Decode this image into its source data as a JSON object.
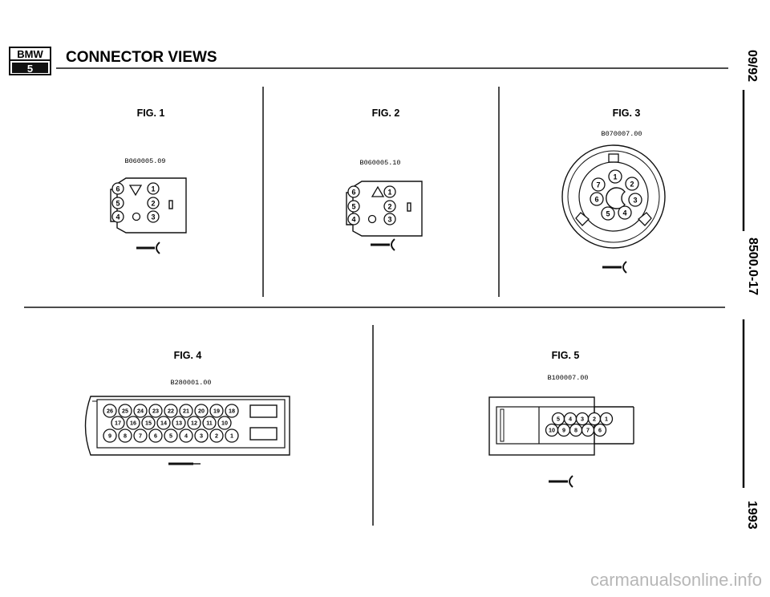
{
  "header": {
    "logo_top": "BMW",
    "logo_bottom": "5",
    "title": "CONNECTOR VIEWS"
  },
  "side": {
    "date": "09/92",
    "code": "8500.0-17",
    "year": "1993"
  },
  "figures": [
    {
      "label": "FIG. 1",
      "code": "B060005.09",
      "pins": [
        "6",
        "1",
        "5",
        "2",
        "4",
        "3"
      ]
    },
    {
      "label": "FIG. 2",
      "code": "B060005.10",
      "pins": [
        "6",
        "1",
        "5",
        "2",
        "4",
        "3"
      ]
    },
    {
      "label": "FIG. 3",
      "code": "B070007.00",
      "pins": [
        "1",
        "7",
        "2",
        "6",
        "3",
        "5",
        "4"
      ]
    },
    {
      "label": "FIG. 4",
      "code": "B280001.00",
      "pins_row1": [
        "26",
        "25",
        "24",
        "23",
        "22",
        "21",
        "20",
        "19",
        "18"
      ],
      "pins_row2": [
        "17",
        "16",
        "15",
        "14",
        "13",
        "12",
        "11",
        "10"
      ],
      "pins_row3": [
        "9",
        "8",
        "7",
        "6",
        "5",
        "4",
        "3",
        "2",
        "1"
      ]
    },
    {
      "label": "FIG. 5",
      "code": "B100007.00",
      "pins_row1": [
        "5",
        "4",
        "3",
        "2",
        "1"
      ],
      "pins_row2": [
        "10",
        "9",
        "8",
        "7",
        "6"
      ]
    }
  ],
  "watermark": "carmanualsonline.info"
}
